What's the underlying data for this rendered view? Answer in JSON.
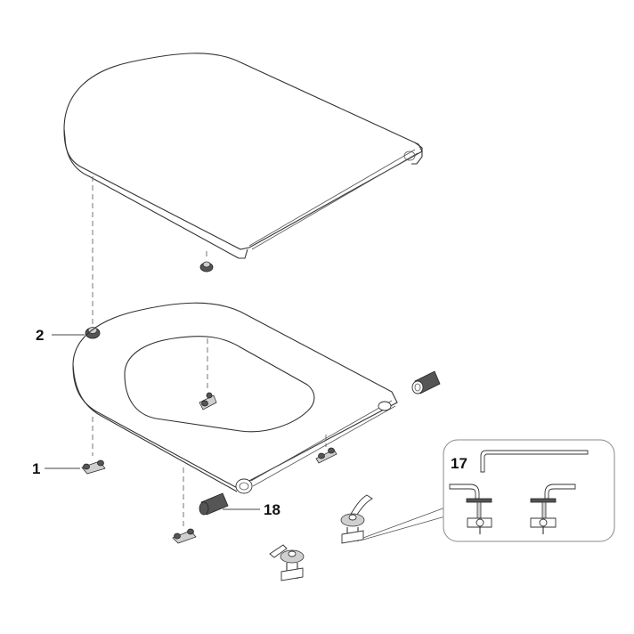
{
  "diagram": {
    "type": "exploded-parts-view",
    "subject": "toilet seat and cover assembly",
    "colors": {
      "line": "#333333",
      "background": "#ffffff",
      "label": "#111111"
    }
  },
  "labels": [
    {
      "id": "2",
      "text": "2",
      "part": "cover buffer"
    },
    {
      "id": "1",
      "text": "1",
      "part": "seat buffer"
    },
    {
      "id": "18",
      "text": "18",
      "part": "hinge sleeve"
    },
    {
      "id": "17",
      "text": "17",
      "part": "hinge set with hex key"
    }
  ],
  "parts": [
    {
      "name": "cover-lid"
    },
    {
      "name": "seat-ring"
    },
    {
      "name": "cover-buffer"
    },
    {
      "name": "seat-buffer-left"
    },
    {
      "name": "seat-buffer-right"
    },
    {
      "name": "seat-buffer-center"
    },
    {
      "name": "seat-buffer-front"
    },
    {
      "name": "hinge-sleeve-left"
    },
    {
      "name": "hinge-sleeve-right"
    },
    {
      "name": "hinge-left"
    },
    {
      "name": "hinge-right"
    },
    {
      "name": "hinge-detail-inset"
    },
    {
      "name": "hex-key"
    }
  ]
}
